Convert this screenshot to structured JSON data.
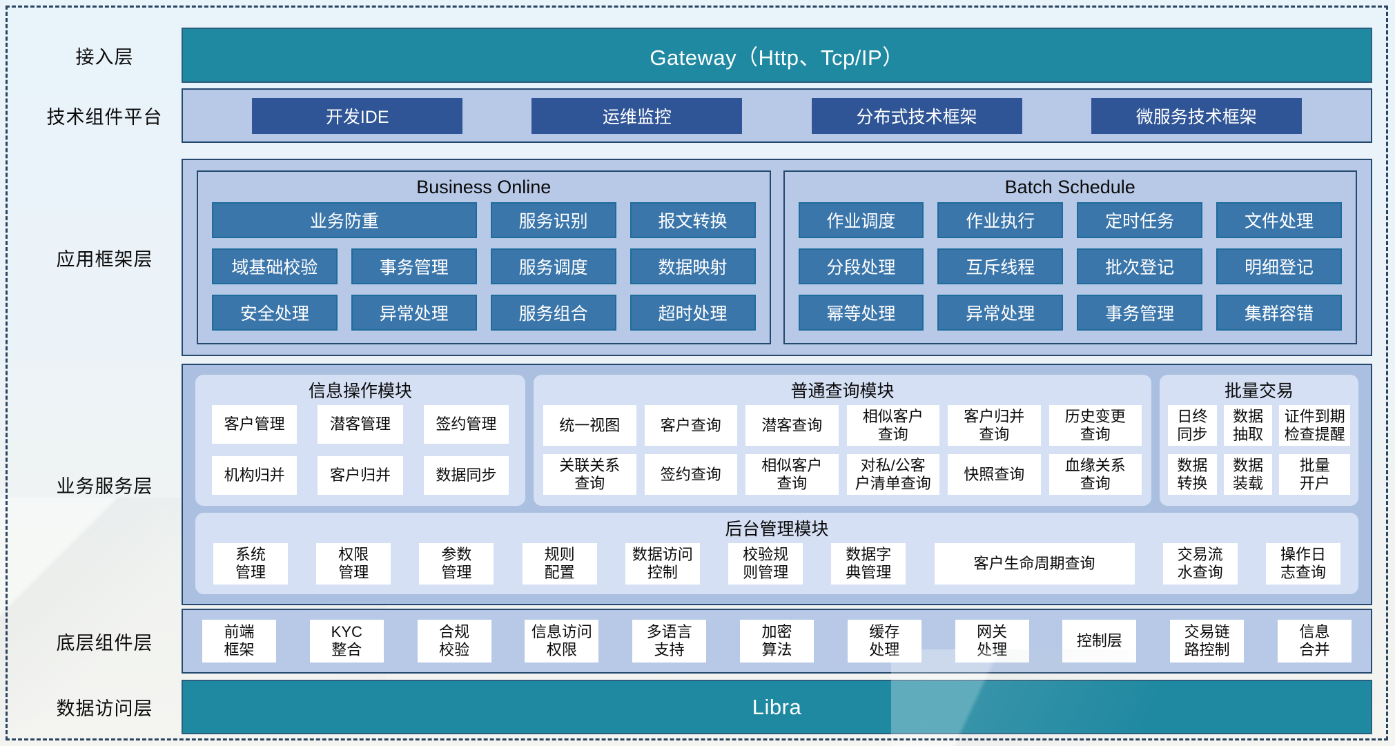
{
  "colors": {
    "teal_banner": "#1f89a1",
    "navy_chip": "#2f5597",
    "mid_blue_chip": "#3b76ab",
    "container_bg": "#b7c9e6",
    "service_bg": "#abc0e0",
    "card_bg": "#d6e0f4",
    "container_border": "#24486e",
    "dashed_frame": "#2a4460"
  },
  "access": {
    "label": "接入层",
    "banner": "Gateway（Http、Tcp/IP）"
  },
  "tech": {
    "label": "技术组件平台",
    "items": [
      "开发IDE",
      "运维监控",
      "分布式技术框架",
      "微服务技术框架"
    ]
  },
  "framework": {
    "label": "应用框架层",
    "online": {
      "title": "Business Online",
      "wide": "业务防重",
      "r1": [
        "服务识别",
        "报文转换"
      ],
      "r2": [
        "域基础校验",
        "事务管理",
        "服务调度",
        "数据映射"
      ],
      "r3": [
        "安全处理",
        "异常处理",
        "服务组合",
        "超时处理"
      ]
    },
    "batch": {
      "title": "Batch Schedule",
      "r1": [
        "作业调度",
        "作业执行",
        "定时任务",
        "文件处理"
      ],
      "r2": [
        "分段处理",
        "互斥线程",
        "批次登记",
        "明细登记"
      ],
      "r3": [
        "幂等处理",
        "异常处理",
        "事务管理",
        "集群容错"
      ]
    }
  },
  "service": {
    "label": "业务服务层",
    "info_module": {
      "title": "信息操作模块",
      "r1": [
        "客户管理",
        "潜客管理",
        "签约管理"
      ],
      "r2": [
        "机构归并",
        "客户归并",
        "数据同步"
      ]
    },
    "query_module": {
      "title": "普通查询模块",
      "r1": [
        "统一视图",
        "客户查询",
        "潜客查询",
        "相似客户\n查询",
        "客户归并\n查询",
        "历史变更\n查询"
      ],
      "r2": [
        "关联关系\n查询",
        "签约查询",
        "相似客户\n查询",
        "对私/公客\n户清单查询",
        "快照查询",
        "血缘关系\n查询"
      ]
    },
    "batch_module": {
      "title": "批量交易",
      "r1": [
        "日终\n同步",
        "数据\n抽取",
        "证件到期\n检查提醒"
      ],
      "r2": [
        "数据\n转换",
        "数据\n装载",
        "批量\n开户"
      ]
    },
    "admin_module": {
      "title": "后台管理模块",
      "items": [
        "系统\n管理",
        "权限\n管理",
        "参数\n管理",
        "规则\n配置",
        "数据访问\n控制",
        "校验规\n则管理",
        "数据字\n典管理",
        "客户生命周期查询",
        "交易流\n水查询",
        "操作日\n志查询"
      ]
    }
  },
  "base": {
    "label": "底层组件层",
    "items": [
      "前端\n框架",
      "KYC\n整合",
      "合规\n校验",
      "信息访问\n权限",
      "多语言\n支持",
      "加密\n算法",
      "缓存\n处理",
      "网关\n处理",
      "控制层",
      "交易链\n路控制",
      "信息\n合并"
    ]
  },
  "data_access": {
    "label": "数据访问层",
    "banner": "Libra"
  }
}
